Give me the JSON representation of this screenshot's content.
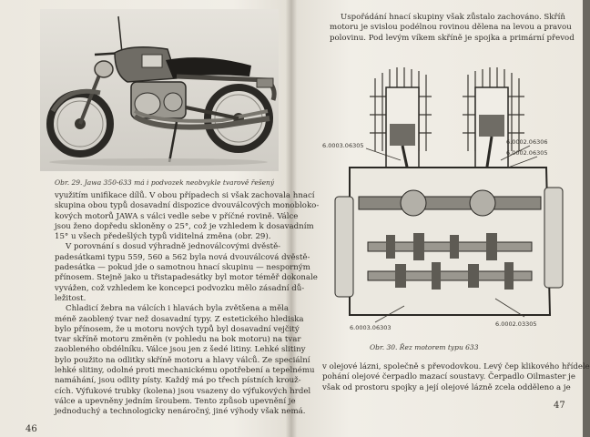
{
  "left_page": {
    "page_number": "46",
    "figure_caption": "Obr. 29. Jawa 350-633 má i podvozek neobvykle tvarově řešený",
    "paragraphs": [
      {
        "lines": [
          "využitím unifikace dílů. V obou případech si však zachovala hnací",
          "skupina obou typů dosavadní dispozice dvouválcových monobloko-",
          "kových motorů JAWA s válci vedle sebe v příčné rovině. Válce",
          "jsou ženo dopředu skloněny o 25°, což je vzhledem k dosavadním",
          "15° u všech předešlých typů viditelná změna (obr. 29)."
        ]
      },
      {
        "lines": [
          "V porovnání s dosud výhradně jednoválcovými dvěstě-",
          "padesátkami typu 559, 560 a 562 byla nová dvouválcová dvěstě-",
          "padesátka — pokud jde o samotnou hnací skupinu — nesporným",
          "přínosem. Stejně jako u třistapadesátky byl motor téměř dokonale",
          "vyvážen, což vzhledem ke koncepci podvozku mělo zásadní dů-",
          "ležitost."
        ]
      },
      {
        "lines": [
          "Chladicí žebra na válcích i hlavách byla zvětšena a měla",
          "méně zaoblený tvar než dosavadní typy. Z estetického hlediska",
          "bylo přínosem, že u motoru nových typů byl dosavadní vejčitý",
          "tvar skříně motoru změněn (v pohledu na bok motoru) na tvar",
          "zaobleného obdélníku. Válce jsou jen z šedé litiny. Lehké slitiny",
          "bylo použito na odlitky skříně motoru a hlavy válců. Ze speciální",
          "lehké slitiny, odolné proti mechanickému opotřebení a tepelnému",
          "namáhání, jsou odlity písty. Každý má po třech pístních krouž-",
          "cích. Výfukové trubky (kolena) jsou vsazeny do výfukových hrdel",
          "válce a upevněny jedním šroubem. Tento způsob upevnění je",
          "jednoduchý a technologicky nenáročný, jiné výhody však nemá."
        ]
      }
    ]
  },
  "right_page": {
    "page_number": "47",
    "top_lines": [
      "Uspořádání hnací skupiny však zůstalo zachováno. Skříň",
      "motoru je svislou podélnou rovinou dělena na levou a pravou",
      "polovinu. Pod levým víkem skříně je spojka a primární převod"
    ],
    "figure_caption": "Obr. 30. Řez motorem typu 633",
    "part_labels": [
      "6.0003.06305",
      "6.0002.06306",
      "6.0002.06305",
      "6.0003.06303",
      "6.0002.03305"
    ],
    "bottom_lines": [
      "v olejové lázni, společně s převodovkou. Levý čep klikového hřídele",
      "pohání olejové čerpadlo mazací soustavy. Čerpadlo Oilmaster je",
      "však od prostoru spojky a její olejové lázně zcela odděleno a je"
    ]
  },
  "colors": {
    "paper": "#f1eee7",
    "ink": "#2f2c27",
    "photo_dark": "#2b2925"
  }
}
